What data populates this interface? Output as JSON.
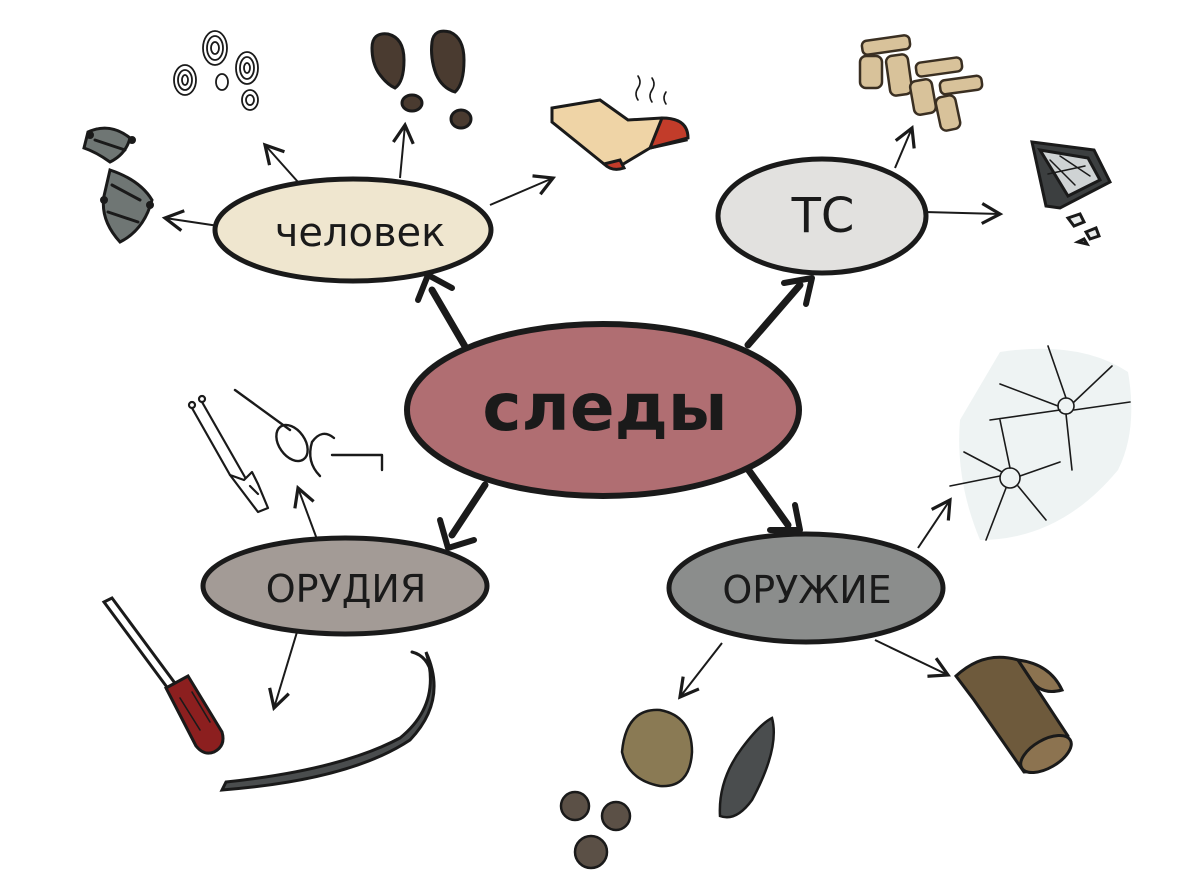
{
  "nodes": {
    "center": {
      "label": "следы",
      "fill": "#b06e72"
    },
    "person": {
      "label": "человек",
      "fill": "#efe6cf"
    },
    "vehicle": {
      "label": "ТС",
      "fill": "#e2e1df"
    },
    "tools": {
      "label": "ОРУДИЯ",
      "fill": "#a39b96"
    },
    "weapons": {
      "label": "ОРУЖИЕ",
      "fill": "#8b8d8c"
    }
  },
  "icons": {
    "person": [
      "fingerprints-icon",
      "footprints-icon",
      "sock-icon",
      "dna-icon"
    ],
    "vehicle": [
      "tire-tread-icon",
      "broken-headlight-icon"
    ],
    "tools": [
      "lockpicks-icon",
      "handcuff-icon",
      "screwdriver-icon",
      "crowbar-icon"
    ],
    "weapons": [
      "bullet-holes-glass-icon",
      "shotgun-pellets-icon",
      "bullet-icon",
      "cartridge-case-icon"
    ]
  },
  "colors": {
    "outline": "#1a1a1a",
    "shoe": "#4a3b30",
    "sock": "#efd4a6",
    "sock_heel": "#c23c2a",
    "tread": "#d8c29a",
    "bullet_brass": "#8a7a54",
    "metal_dark": "#4a4d4e",
    "handle_red": "#8c1f1f",
    "pellet": "#5b5046"
  }
}
